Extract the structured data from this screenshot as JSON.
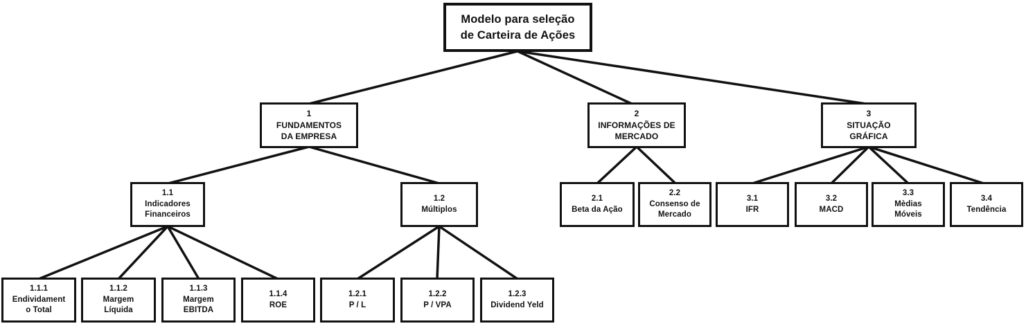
{
  "diagram_title": "Modelo para seleção de Carteira de Ações",
  "colors": {
    "background": "#ffffff",
    "box_fill": "#ffffff",
    "box_border": "#111111",
    "text": "#111111",
    "connector_line": "#111111"
  },
  "nodes": {
    "root": {
      "lines": [
        "Modelo para seleção",
        "de Carteira de Ações"
      ]
    },
    "n1": {
      "lines": [
        "1",
        "FUNDAMENTOS",
        "DA EMPRESA"
      ]
    },
    "n2": {
      "lines": [
        "2",
        "INFORMAÇÕES DE",
        "MERCADO"
      ]
    },
    "n3": {
      "lines": [
        "3",
        "SITUAÇÃO",
        "GRÁFICA"
      ]
    },
    "n1_1": {
      "lines": [
        "1.1",
        "Indicadores",
        "Financeiros"
      ]
    },
    "n1_2": {
      "lines": [
        "1.2",
        "Múltiplos"
      ]
    },
    "n2_1": {
      "lines": [
        "2.1",
        "Beta da Ação"
      ]
    },
    "n2_2": {
      "lines": [
        "2.2",
        "Consenso de",
        "Mercado"
      ]
    },
    "n3_1": {
      "lines": [
        "3.1",
        "IFR"
      ]
    },
    "n3_2": {
      "lines": [
        "3.2",
        "MACD"
      ]
    },
    "n3_3": {
      "lines": [
        "3.3",
        "Mèdias",
        "Móveis"
      ]
    },
    "n3_4": {
      "lines": [
        "3.4",
        "Tendência"
      ]
    },
    "n1_1_1": {
      "lines": [
        "1.1.1",
        "Endividament",
        "o Total"
      ]
    },
    "n1_1_2": {
      "lines": [
        "1.1.2",
        "Margem",
        "Líquida"
      ]
    },
    "n1_1_3": {
      "lines": [
        "1.1.3",
        "Margem",
        "EBITDA"
      ]
    },
    "n1_1_4": {
      "lines": [
        "1.1.4",
        "ROE"
      ]
    },
    "n1_2_1": {
      "lines": [
        "1.2.1",
        "P / L"
      ]
    },
    "n1_2_2": {
      "lines": [
        "1.2.2",
        "P / VPA"
      ]
    },
    "n1_2_3": {
      "lines": [
        "1.2.3",
        "Dividend Yeld"
      ]
    }
  }
}
